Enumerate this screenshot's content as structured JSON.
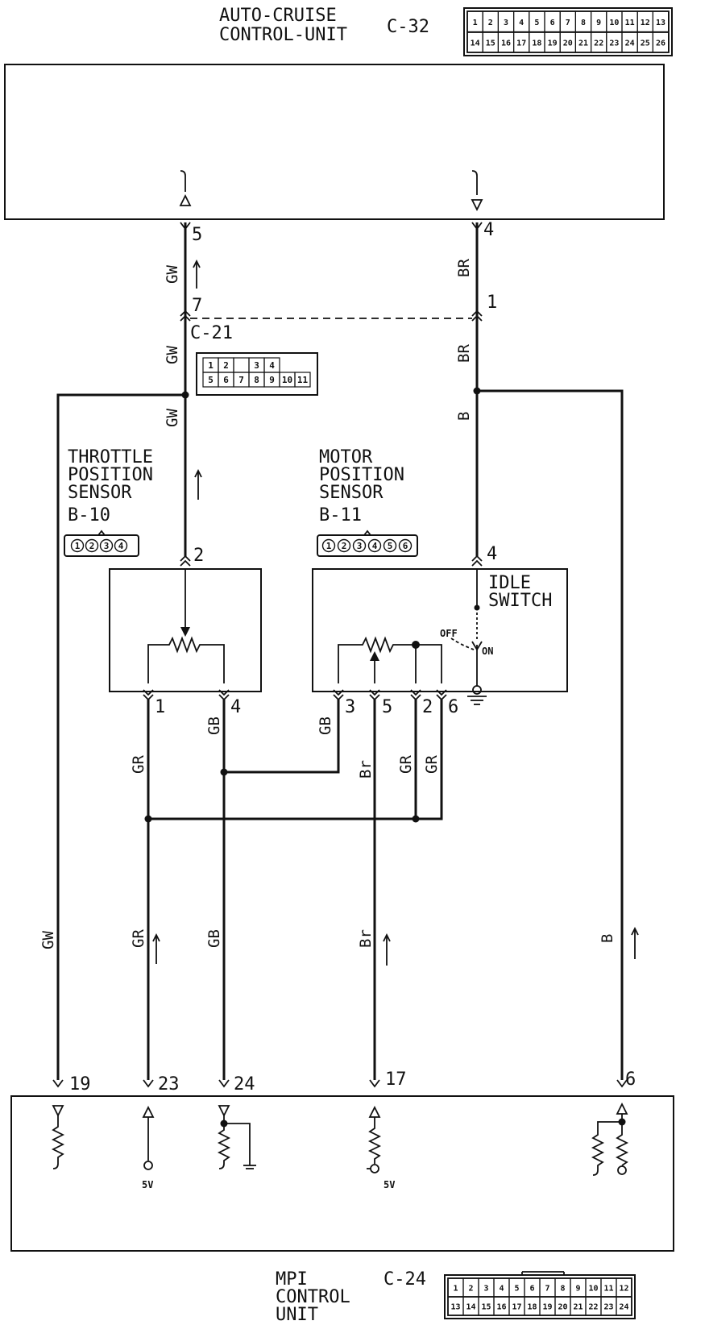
{
  "top_unit": {
    "title_line1": "AUTO-CRUISE",
    "title_line2": "CONTROL-UNIT",
    "connector": "C-32"
  },
  "bottom_unit": {
    "title_line1": "MPI",
    "title_line2": "CONTROL",
    "title_line3": "UNIT",
    "connector": "C-24"
  },
  "c32_pins": {
    "row1": [
      "1",
      "2",
      "3",
      "4",
      "5",
      "6",
      "7",
      "8",
      "9",
      "10",
      "11",
      "12",
      "13"
    ],
    "row2": [
      "14",
      "15",
      "16",
      "17",
      "18",
      "19",
      "20",
      "21",
      "22",
      "23",
      "24",
      "25",
      "26"
    ]
  },
  "c24_pins": {
    "row1": [
      "1",
      "2",
      "3",
      "4",
      "5",
      "6",
      "7",
      "8",
      "9",
      "10",
      "11",
      "12"
    ],
    "row2": [
      "13",
      "14",
      "15",
      "16",
      "17",
      "18",
      "19",
      "20",
      "21",
      "22",
      "23",
      "24"
    ]
  },
  "c21": {
    "label": "C-21",
    "row1": [
      "1",
      "2",
      "",
      "3",
      "4"
    ],
    "row2": [
      "5",
      "6",
      "7",
      "8",
      "9",
      "10",
      "11"
    ]
  },
  "throttle_sensor": {
    "line1": "THROTTLE",
    "line2": "POSITION",
    "line3": "SENSOR",
    "connector": "B-10",
    "pins": [
      "1",
      "2",
      "3",
      "4"
    ]
  },
  "motor_sensor": {
    "line1": "MOTOR",
    "line2": "POSITION",
    "line3": "SENSOR",
    "connector": "B-11",
    "pins": [
      "1",
      "2",
      "3",
      "4",
      "5",
      "6"
    ]
  },
  "idle_switch": {
    "line1": "IDLE",
    "line2": "SWITCH",
    "off": "OFF",
    "on": "ON"
  },
  "pin_numbers": {
    "c32_gw": "5",
    "c32_br": "4",
    "c21_gw": "7",
    "c21_br": "1",
    "b10_top": "2",
    "b10_left": "1",
    "b10_right": "4",
    "b11_top": "4",
    "b11_3": "3",
    "b11_5": "5",
    "b11_2": "2",
    "b11_6": "6",
    "mpi_19": "19",
    "mpi_23": "23",
    "mpi_24": "24",
    "mpi_17": "17",
    "mpi_6": "6"
  },
  "wire_colors": {
    "gw": "GW",
    "br_upper": "BR",
    "b": "B",
    "gr": "GR",
    "gb": "GB",
    "br_lower": "Br"
  },
  "supply_labels": {
    "v1": "5V",
    "v2": "5V"
  }
}
